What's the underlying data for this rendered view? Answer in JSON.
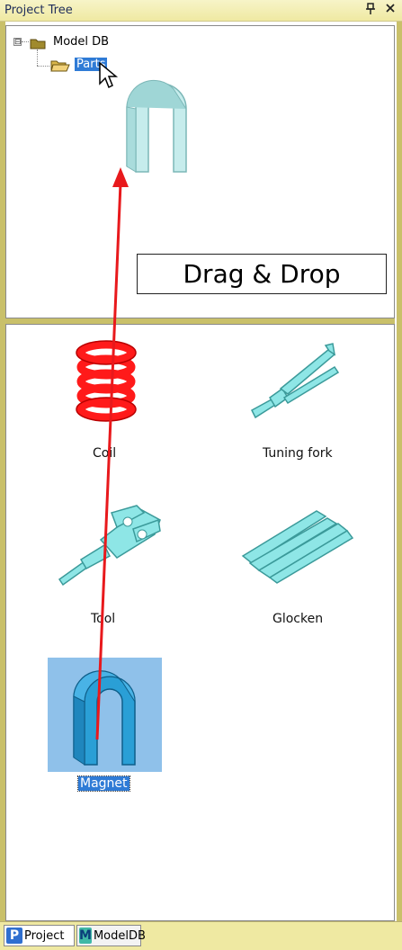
{
  "window": {
    "title": "Project Tree",
    "pin_icon": "pin-icon",
    "close_icon": "close-icon"
  },
  "tree": {
    "root": {
      "label": "Model DB",
      "expander": "⊟",
      "icon": "folder-closed-icon"
    },
    "child": {
      "label": "Parts",
      "icon": "folder-open-icon",
      "selected": true
    }
  },
  "annotation": {
    "text": "Drag & Drop",
    "arrow_color": "#e8191c"
  },
  "gallery": {
    "items": [
      {
        "label": "Coil",
        "color": "#ff1a1a"
      },
      {
        "label": "Tuning fork",
        "color": "#8ee6e6"
      },
      {
        "label": "Tool",
        "color": "#8ee6e6"
      },
      {
        "label": "Glocken",
        "color": "#8ee6e6"
      },
      {
        "label": "Magnet",
        "color": "#2a9fd6",
        "selected": true
      }
    ]
  },
  "tabs": [
    {
      "label": "Project",
      "icon_letter": "P",
      "icon": "project-icon",
      "active": true
    },
    {
      "label": "ModelDB",
      "icon_letter": "M",
      "icon": "modeldb-icon",
      "active": false
    }
  ],
  "colors": {
    "accent": "#2f7bd6",
    "frame": "#c9c06a",
    "selection_bg": "#8fc1ea"
  }
}
